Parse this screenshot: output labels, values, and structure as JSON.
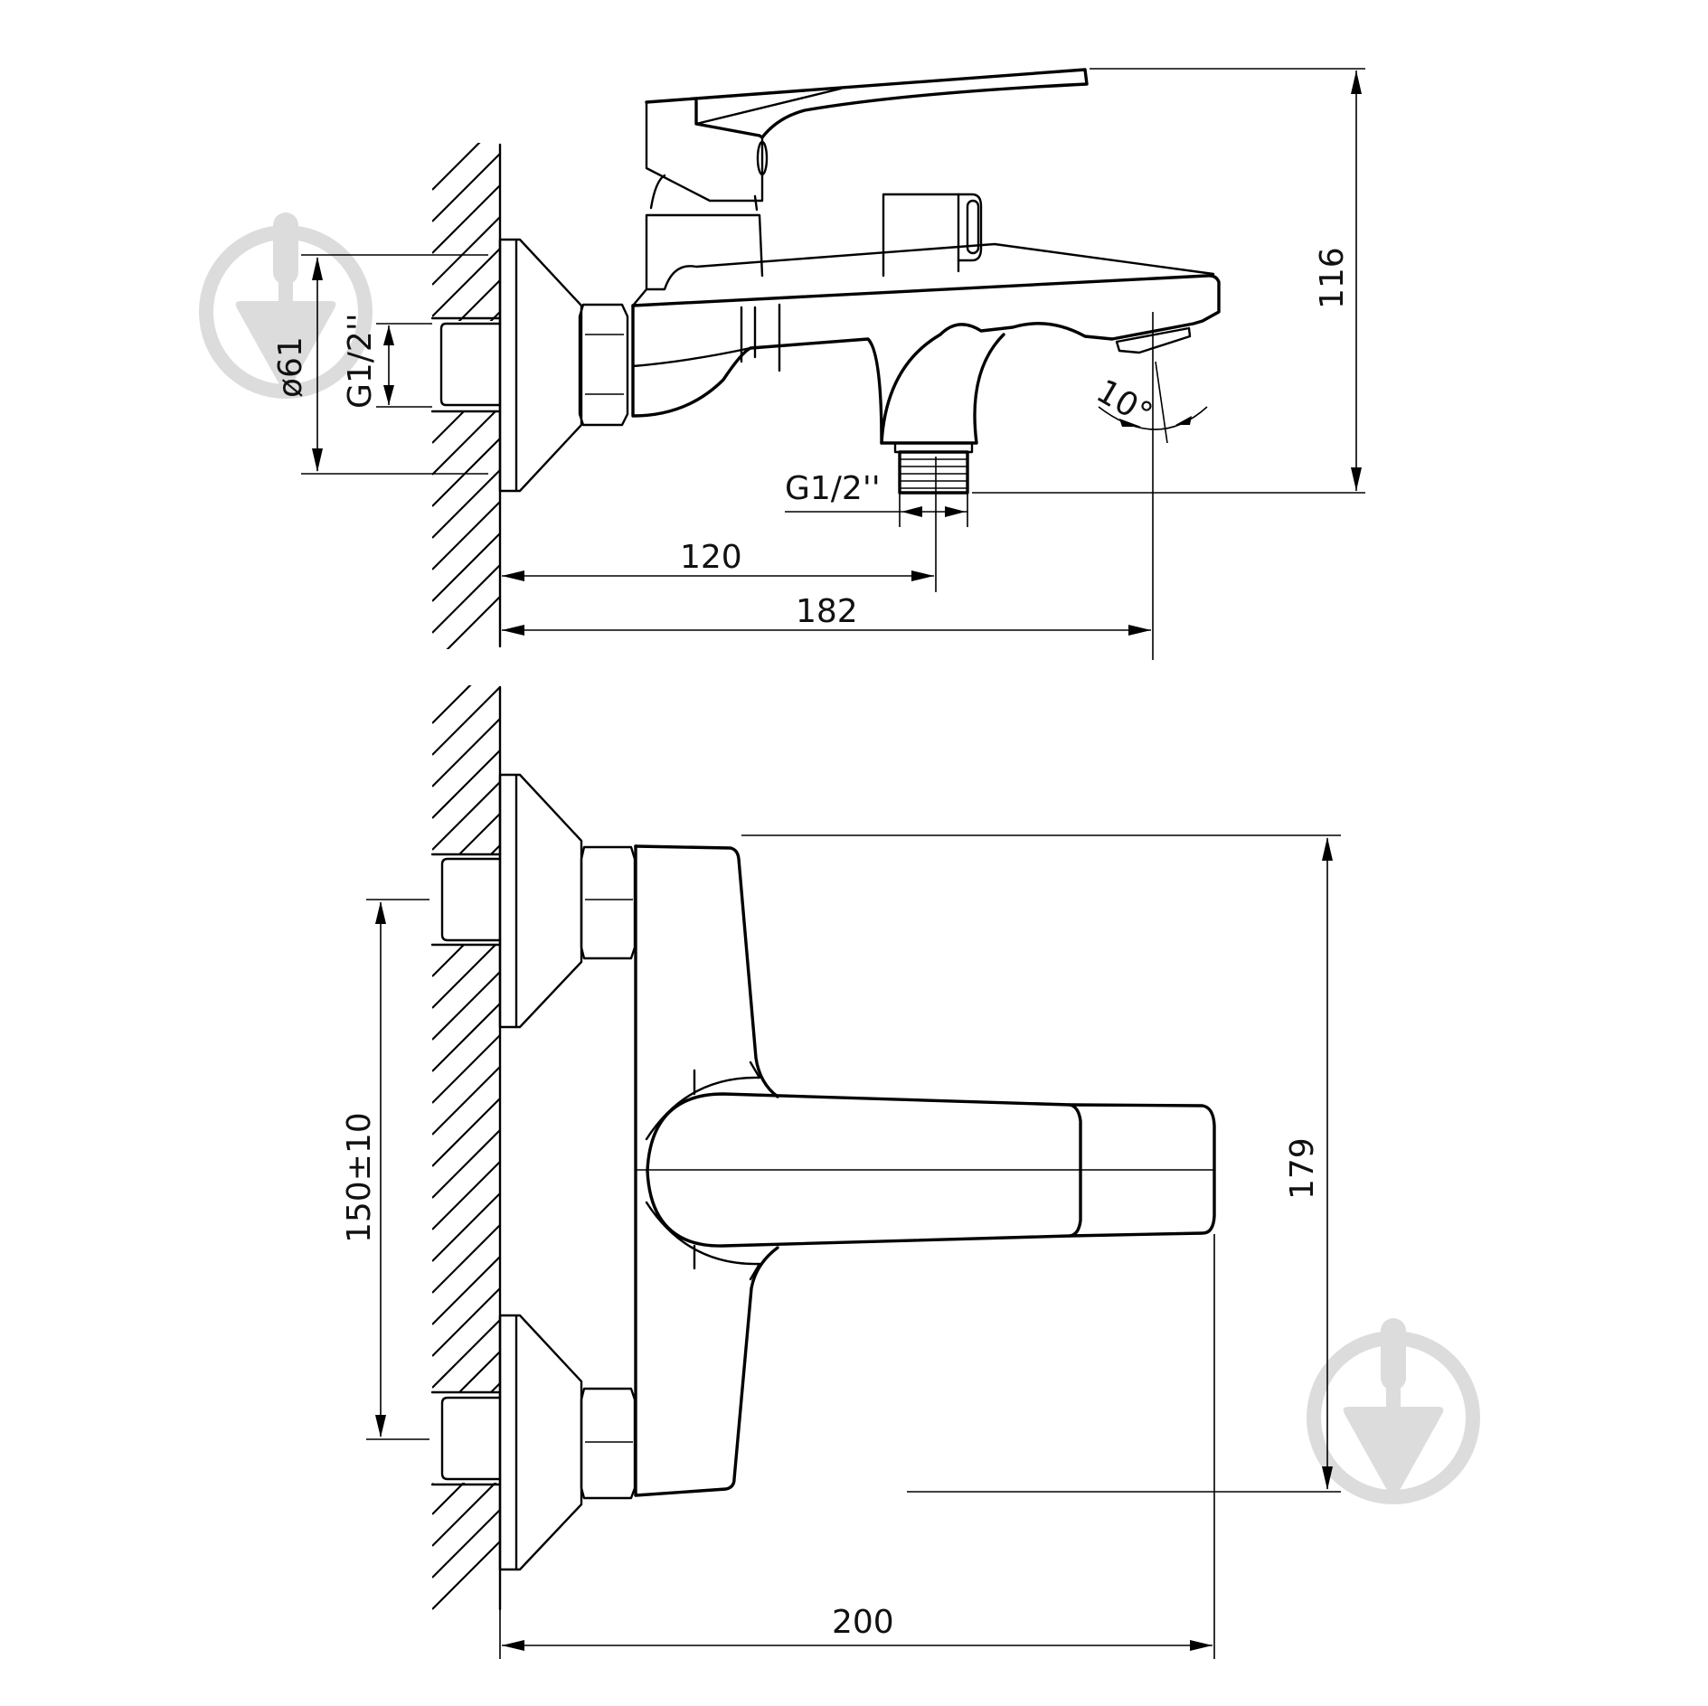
{
  "drawing": {
    "title": "Wall-mounted bath mixer — dimension drawing",
    "units": "mm",
    "colors": {
      "line": "#000000",
      "background": "#ffffff",
      "watermark": "#dcdcdc"
    }
  },
  "side_view": {
    "dimensions": {
      "flange_diameter": "ø61",
      "inlet_thread": "G1/2''",
      "outlet_thread": "G1/2''",
      "spout_angle": "10°",
      "height": "116",
      "outlet_projection": "120",
      "spout_projection": "182"
    }
  },
  "front_view": {
    "dimensions": {
      "inlet_spacing": "150±10",
      "body_height": "179",
      "handle_length": "200"
    }
  },
  "watermarks": [
    {
      "icon": "trowel-logo-icon",
      "position": "top-left"
    },
    {
      "icon": "trowel-logo-icon",
      "position": "bottom-right"
    }
  ]
}
